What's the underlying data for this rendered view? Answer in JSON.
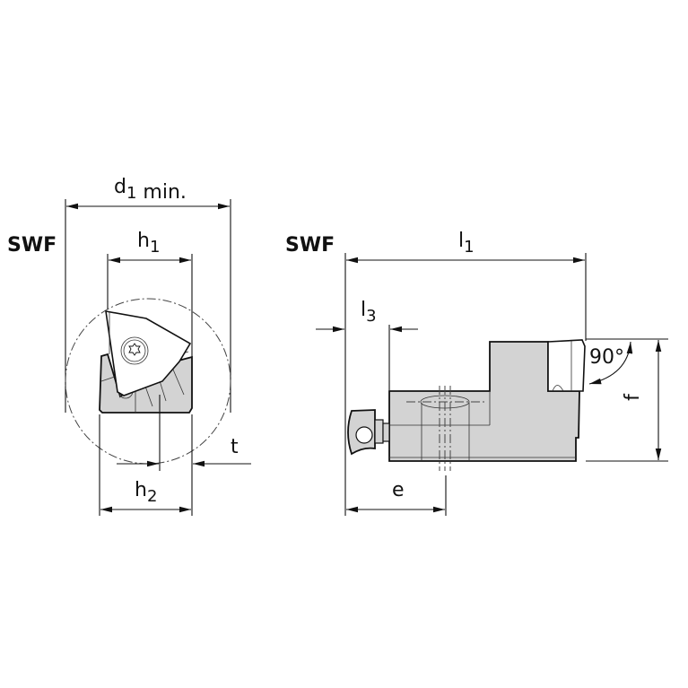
{
  "left_view": {
    "title": "SWF",
    "dimensions": {
      "d1": {
        "symbol": "d",
        "subscript": "1",
        "suffix": " min."
      },
      "h1": {
        "symbol": "h",
        "subscript": "1"
      },
      "h2": {
        "symbol": "h",
        "subscript": "2"
      },
      "t": {
        "symbol": "t"
      }
    }
  },
  "right_view": {
    "title": "SWF",
    "dimensions": {
      "l1": {
        "symbol": "l",
        "subscript": "1"
      },
      "l3": {
        "symbol": "l",
        "subscript": "3"
      },
      "e": {
        "symbol": "e"
      },
      "f": {
        "symbol": "f"
      },
      "angle": {
        "value": "90°"
      }
    }
  },
  "colors": {
    "body_fill": "#d3d3d3",
    "line": "#111111",
    "background": "#ffffff"
  }
}
